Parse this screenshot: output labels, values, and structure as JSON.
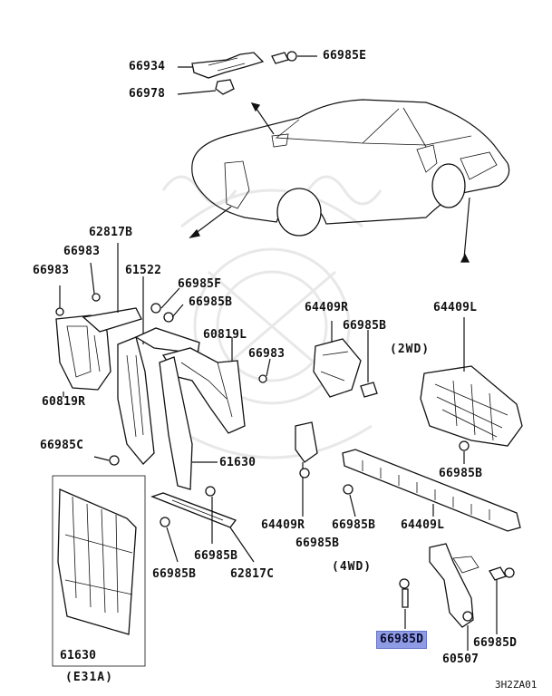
{
  "labels": {
    "p66934": "66934",
    "p66985E": "66985E",
    "p66978": "66978",
    "p62817B": "62817B",
    "p66983_a": "66983",
    "p66983_b": "66983",
    "p61522": "61522",
    "p66985F": "66985F",
    "p66985B_a": "66985B",
    "p60819L": "60819L",
    "p66983_c": "66983",
    "p60819R": "60819R",
    "p64409R_a": "64409R",
    "p66985B_b": "66985B",
    "p64409L_a": "64409L",
    "p2wd": "(2WD)",
    "p66985C": "66985C",
    "p61630_a": "61630",
    "p66985B_c": "66985B",
    "p64409R_b": "64409R",
    "p66985B_d": "66985B",
    "p64409L_b": "64409L",
    "p66985B_e": "66985B",
    "p66985B_f": "66985B",
    "p62817C": "62817C",
    "p4wd": "(4WD)",
    "p66985B_g": "66985B",
    "p61630_b": "61630",
    "pE31A": "(E31A)",
    "p66985D_hl": "66985D",
    "p60507": "60507",
    "p66985D": "66985D",
    "diagram_code": "3H2ZA01"
  },
  "highlight_color": "#8e9ce6"
}
